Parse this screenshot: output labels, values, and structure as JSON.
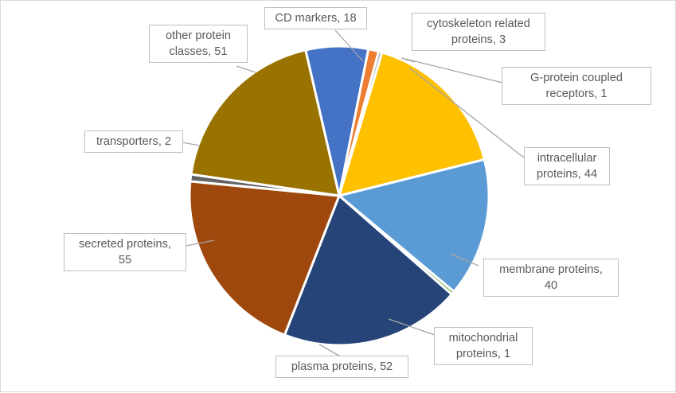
{
  "chart_data": {
    "type": "pie",
    "title": "",
    "legend_position": "none",
    "label_format": "category, value",
    "total": 267,
    "categories": [
      "CD markers",
      "cytoskeleton related proteins",
      "G-protein coupled receptors",
      "intracellular proteins",
      "membrane proteins",
      "mitochondrial proteins",
      "plasma proteins",
      "secreted proteins",
      "transporters",
      "other protein classes"
    ],
    "values": [
      18,
      3,
      1,
      44,
      40,
      1,
      52,
      55,
      2,
      51
    ],
    "colors": [
      "#4472C4",
      "#ED7D31",
      "#A5A5A5",
      "#FFC000",
      "#5B9BD5",
      "#70AD47",
      "#264478",
      "#9E480E",
      "#636363",
      "#997300"
    ],
    "slices": [
      {
        "label": "CD markers, 18",
        "name": "CD markers",
        "value": 18,
        "color": "#4472C4"
      },
      {
        "label": "cytoskeleton related\nproteins, 3",
        "name": "cytoskeleton related proteins",
        "value": 3,
        "color": "#ED7D31"
      },
      {
        "label": "G-protein coupled\nreceptors, 1",
        "name": "G-protein coupled receptors",
        "value": 1,
        "color": "#A5A5A5"
      },
      {
        "label": "intracellular\nproteins, 44",
        "name": "intracellular proteins",
        "value": 44,
        "color": "#FFC000"
      },
      {
        "label": "membrane proteins,\n40",
        "name": "membrane proteins",
        "value": 40,
        "color": "#5B9BD5"
      },
      {
        "label": "mitochondrial\nproteins, 1",
        "name": "mitochondrial proteins",
        "value": 1,
        "color": "#70AD47"
      },
      {
        "label": "plasma proteins, 52",
        "name": "plasma proteins",
        "value": 52,
        "color": "#264478"
      },
      {
        "label": "secreted proteins,\n55",
        "name": "secreted proteins",
        "value": 55,
        "color": "#9E480E"
      },
      {
        "label": "transporters, 2",
        "name": "transporters",
        "value": 2,
        "color": "#636363"
      },
      {
        "label": "other protein\nclasses, 51",
        "name": "other protein classes",
        "value": 51,
        "color": "#997300"
      }
    ]
  },
  "labels": {
    "cd_markers": "CD markers, 18",
    "cytoskeleton": "cytoskeleton related\nproteins, 3",
    "gpcr": "G-protein coupled\nreceptors, 1",
    "intracellular": "intracellular\nproteins, 44",
    "membrane": "membrane proteins,\n40",
    "mitochondrial": "mitochondrial\nproteins, 1",
    "plasma": "plasma proteins, 52",
    "secreted": "secreted proteins,\n55",
    "transporters": "transporters, 2",
    "other": "other protein\nclasses, 51"
  },
  "style": {
    "plot_border": "#d9d9d9",
    "label_border": "#bfbfbf",
    "label_text": "#595959",
    "leader_line": "#a6a6a6",
    "background": "#ffffff"
  }
}
